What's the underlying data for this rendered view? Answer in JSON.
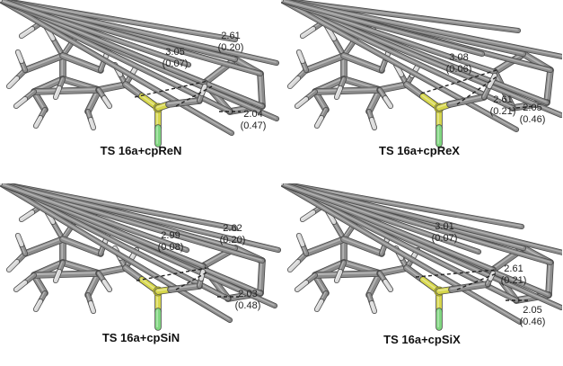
{
  "panels": [
    {
      "caption": "TS 16a+cpReN",
      "labels": [
        {
          "dist": "3.05",
          "val": "(0.07)"
        },
        {
          "dist": "2.61",
          "val": "(0.20)"
        },
        {
          "dist": "2.04",
          "val": "(0.47)"
        }
      ]
    },
    {
      "caption": "TS 16a+cpReX",
      "labels": [
        {
          "dist": "3.08",
          "val": "(0.06)"
        },
        {
          "dist": "2.61",
          "val": "(0.21)"
        },
        {
          "dist": "2.05",
          "val": "(0.46)"
        }
      ]
    },
    {
      "caption": "TS 16a+cpSiN",
      "labels": [
        {
          "dist": "2.99",
          "val": "(0.08)"
        },
        {
          "dist": "2.62",
          "val": "(0.20)"
        },
        {
          "dist": "2.03",
          "val": "(0.48)"
        }
      ]
    },
    {
      "caption": "TS 16a+cpSiX",
      "labels": [
        {
          "dist": "3.01",
          "val": "(0.07)"
        },
        {
          "dist": "2.61",
          "val": "(0.21)"
        },
        {
          "dist": "2.05",
          "val": "(0.46)"
        }
      ]
    }
  ],
  "colors": {
    "carbon": "#8c8c8c",
    "hydrogen": "#d9d9d9",
    "sulfur": "#d6d64a",
    "fluorine": "#7fd67f",
    "forming_bond": "#222222"
  }
}
